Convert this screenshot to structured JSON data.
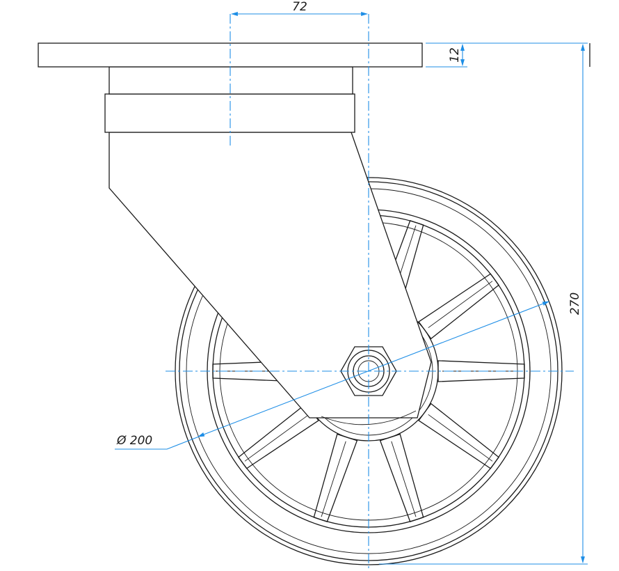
{
  "dimensions": {
    "offset": "72",
    "plate_thickness": "12",
    "overall_height": "270",
    "wheel_diameter": "Ø 200"
  },
  "colors": {
    "outline": "#1a1a1a",
    "dimension": "#1e8ee6",
    "background": "#ffffff"
  }
}
